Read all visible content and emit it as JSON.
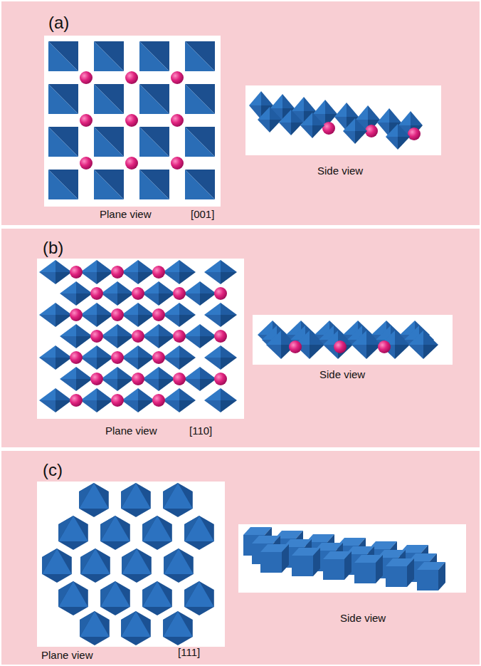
{
  "diagram": {
    "nodes": [
      {
        "text": [
          "(a)",
          "Plane view",
          "[001]",
          "Side view"
        ]
      },
      {
        "text": [
          "(b)",
          "Plane view",
          "[110]",
          "Side view"
        ]
      },
      {
        "text": [
          "(c)",
          "Plane view",
          "[111]",
          "Side view"
        ]
      }
    ]
  }
}
